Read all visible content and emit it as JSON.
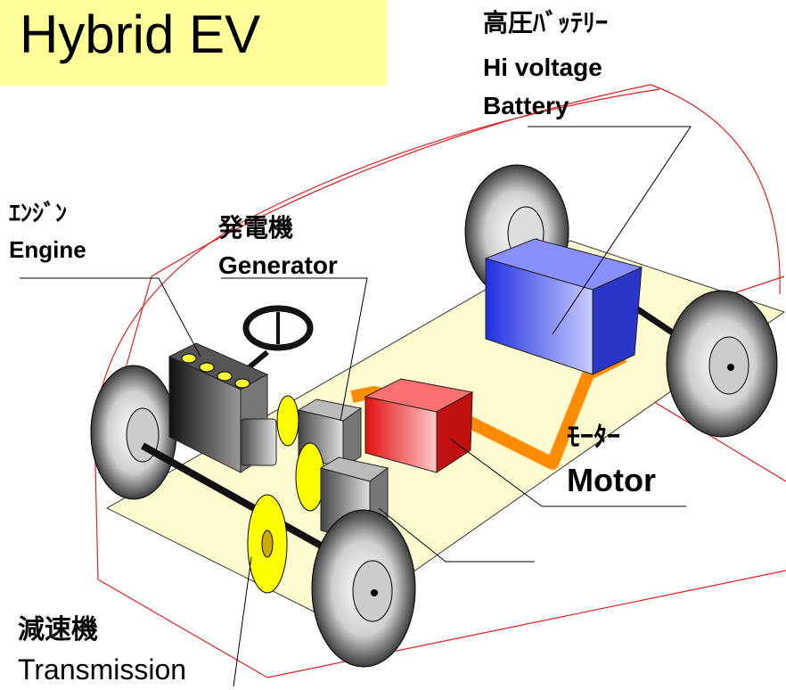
{
  "title": "Hybrid EV",
  "labels": {
    "battery_jp": "高圧ﾊﾞｯﾃﾘｰ",
    "battery_en1": "Hi voltage",
    "battery_en2": "Battery",
    "engine_jp": "ｴﾝｼﾞﾝ",
    "engine_en": "Engine",
    "generator_jp": "発電機",
    "generator_en": "Generator",
    "motor_jp": "ﾓｰﾀｰ",
    "motor_en": "Motor",
    "transmission_jp": "減速機",
    "transmission_en": "Transmission"
  },
  "colors": {
    "title_bg": "#ffff99",
    "chassis": "#fffad0",
    "battery": "#4a5cf0",
    "motor": "#f03030",
    "gears": "#ffff00",
    "cable": "#ff8c00",
    "body_outline": "#e02020"
  }
}
